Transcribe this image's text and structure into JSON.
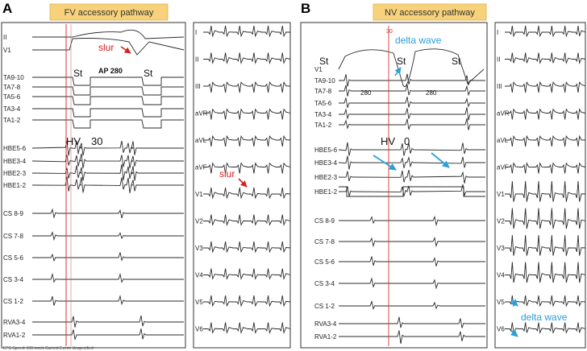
{
  "panel_a": {
    "letter": "A",
    "title": "FV accessory pathway",
    "slur_label": "slur",
    "stim_labels": [
      "St",
      "St"
    ],
    "ap_label": "AP 280",
    "hv_label": "HV",
    "hv_value": "30",
    "slur_label_ecg": "slur",
    "footer": "EPS  Speed: 100 mm/s   Current Event: Unspecified",
    "channels": [
      "II",
      "V1",
      "TA9-10",
      "TA7-8",
      "TA5-6",
      "TA3-4",
      "TA1-2",
      "HBE5-6",
      "HBE3-4",
      "HBE2-3",
      "HBE1-2",
      "CS 8-9",
      "CS 7-8",
      "CS 5-6",
      "CS 3-4",
      "CS 1-2",
      "RVA3-4",
      "RVA1-2"
    ],
    "ecg_leads": [
      "I",
      "II",
      "III",
      "aVR",
      "aVL",
      "aVF",
      "V1",
      "V2",
      "V3",
      "V4",
      "V5",
      "V6"
    ]
  },
  "panel_b": {
    "letter": "B",
    "title": "NV accessory pathway",
    "delta_label": "delta wave",
    "time_marker": "30",
    "stim_labels": [
      "St",
      "St",
      "St"
    ],
    "interval_labels": [
      "280",
      "280"
    ],
    "hv_label": "HV",
    "hv_value": "0",
    "delta_label_ecg": "delta wave",
    "channels": [
      "V1",
      "TA9-10",
      "TA7-8",
      "TA5-6",
      "TA3-4",
      "TA1-2",
      "HBE5-6",
      "HBE3-4",
      "HBE2-3",
      "HBE1-2",
      "CS 8-9",
      "CS 7-8",
      "CS 5-6",
      "CS 3-4",
      "CS 1-2",
      "RVA3-4",
      "RVA1-2"
    ],
    "ecg_leads": [
      "I",
      "II",
      "III",
      "aVR",
      "aVL",
      "aVF",
      "V1",
      "V2",
      "V3",
      "V4",
      "V5",
      "V6"
    ]
  },
  "colors": {
    "red_annotation": "#d62020",
    "blue_annotation": "#2b9fd6",
    "title_box": "#f7d27a",
    "marker_line": "#e03030"
  }
}
